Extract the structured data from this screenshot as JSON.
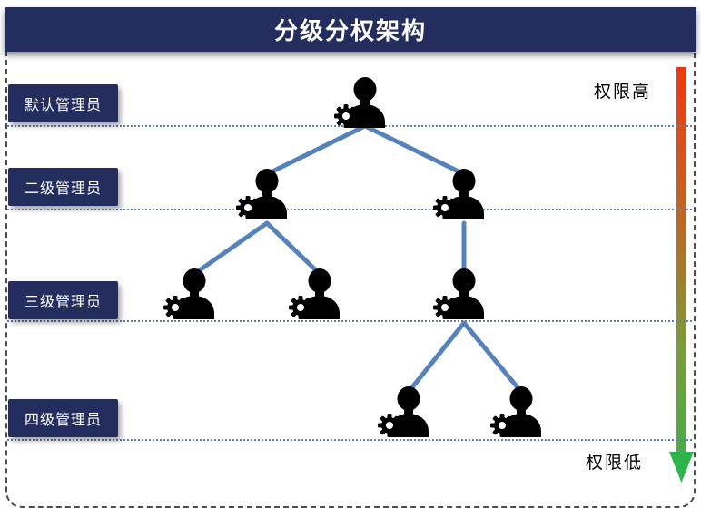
{
  "header": {
    "title": "分级分权架构"
  },
  "levels": [
    {
      "label": "默认管理员"
    },
    {
      "label": "二级管理员"
    },
    {
      "label": "三级管理员"
    },
    {
      "label": "四级管理员"
    }
  ],
  "legend": {
    "high_label": "权限高",
    "low_label": "权限低"
  },
  "icons": {
    "node_icon": "person-silhouette-icon",
    "badge_icon": "gear-icon",
    "scale_icon": "gradient-arrow-down-icon"
  },
  "colors": {
    "navy": "#242e5e",
    "title_text": "#ffffff",
    "connector_blue": "#5682bc",
    "separator_dotted": "#5f7fb2",
    "panel_dash": "#4d4d4d",
    "arrow_top_red": "#ed390f",
    "arrow_bottom_green": "#2fb44b",
    "icon_black": "#000000"
  },
  "tree": {
    "type": "org-hierarchy",
    "nodes": [
      {
        "id": "root",
        "level": "默认管理员",
        "parent": null
      },
      {
        "id": "l2-a",
        "level": "二级管理员",
        "parent": "root"
      },
      {
        "id": "l2-b",
        "level": "二级管理员",
        "parent": "root"
      },
      {
        "id": "l3-a",
        "level": "三级管理员",
        "parent": "l2-a"
      },
      {
        "id": "l3-b",
        "level": "三级管理员",
        "parent": "l2-a"
      },
      {
        "id": "l3-c",
        "level": "三级管理员",
        "parent": "l2-b"
      },
      {
        "id": "l4-a",
        "level": "四级管理员",
        "parent": "l3-c"
      },
      {
        "id": "l4-b",
        "level": "四级管理员",
        "parent": "l3-c"
      }
    ],
    "meaning": "authority decreases from top level to bottom level"
  }
}
